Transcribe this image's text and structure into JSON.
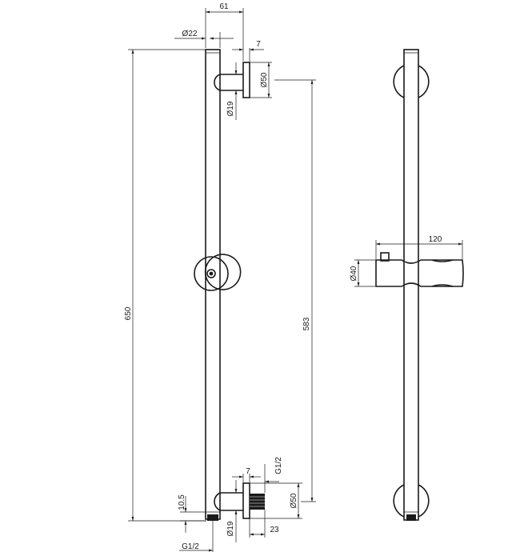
{
  "drawing": {
    "dimensions": {
      "rail_to_wall": "61",
      "rail_diameter": "Ø22",
      "flange_thickness_top": "7",
      "flange_diameter_top": "Ø50",
      "support_diameter_top": "Ø19",
      "total_length": "650",
      "bracket_spacing": "583",
      "flange_thickness_bottom": "7",
      "thread_bottom": "G1/2",
      "flange_diameter_bottom": "Ø50",
      "support_diameter_bottom": "Ø19",
      "outlet_depth": "23",
      "outlet_offset": "10.5",
      "outlet_thread": "G1/2",
      "slider_width": "120",
      "slider_diameter": "Ø40"
    }
  }
}
